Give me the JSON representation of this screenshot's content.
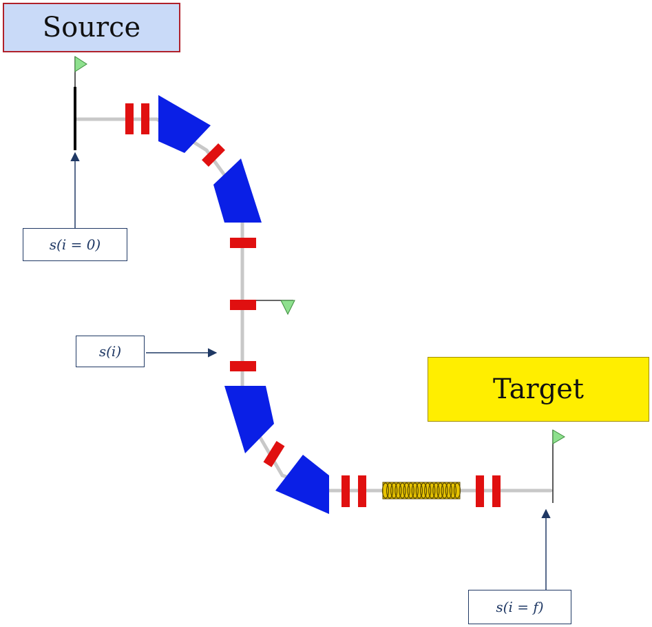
{
  "boxes": {
    "source": {
      "label": "Source",
      "fill": "#c9daf8"
    },
    "target": {
      "label": "Target",
      "fill": "#ffee00"
    }
  },
  "labels": {
    "start": "s(i = 0)",
    "middle": "s(i)",
    "end": "s(i = f)"
  },
  "colors": {
    "beamline": "#c8c8c8",
    "dipole": "#0a1fe6",
    "quadrupole": "#e01010",
    "solenoid": "#e8c400",
    "marker_flag": "#8ee08e",
    "arrow": "#1f3864"
  }
}
